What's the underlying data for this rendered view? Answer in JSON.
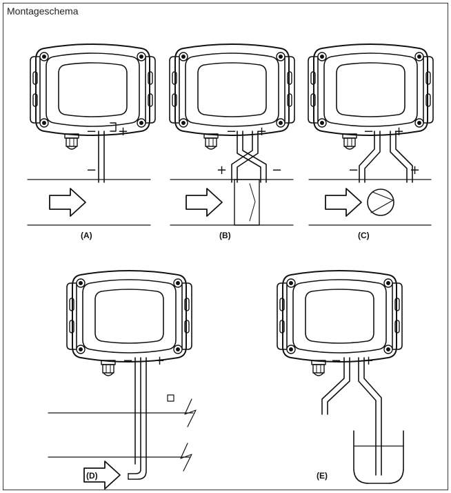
{
  "title": "Montageschema",
  "panels": [
    {
      "id": "A",
      "label": "(A)"
    },
    {
      "id": "B",
      "label": "(B)"
    },
    {
      "id": "C",
      "label": "(C)"
    },
    {
      "id": "D",
      "label": "(D)"
    },
    {
      "id": "E",
      "label": "(E)"
    }
  ],
  "signs": {
    "minus": "−",
    "plus": "+"
  },
  "colors": {
    "ink": "#111111",
    "border": "#333333",
    "background": "#ffffff"
  },
  "icons": [
    "sensor-housing",
    "cable-gland",
    "flow-arrow",
    "pump",
    "pitot-tube",
    "pipe-break",
    "liquid-container"
  ]
}
